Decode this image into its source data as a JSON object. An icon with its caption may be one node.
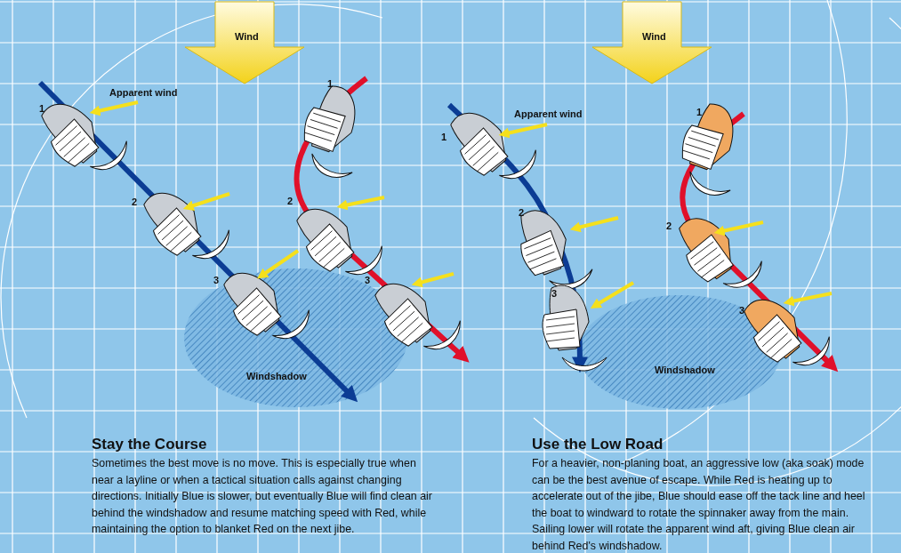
{
  "diagram": {
    "nodes": [
      {
        "text": [
          "Wind"
        ]
      },
      {
        "text": [
          "Wind"
        ]
      },
      {
        "text": [
          "Windshadow"
        ]
      },
      {
        "text": [
          "Windshadow"
        ]
      }
    ],
    "labels": [
      "1",
      "Apparent wind",
      "1",
      "Apparent wind",
      "1",
      "1",
      "2",
      "2",
      "2",
      "2",
      "3",
      "3",
      "3",
      "3",
      "Stay the Course",
      "Sometimes the best move is no move. This is especially true when near a layline or when a tactical situation calls against changing directions. Initially Blue is slower, but eventually Blue will find clean air behind the windshadow and resume matching speed with Red, while maintaining the option to blanket Red on the next jibe.",
      "Use the Low Road",
      "For a heavier, non-planing boat, an aggressive low (aka soak) mode can be the best avenue of escape. While Red is heating up to accelerate out of the jibe, Blue should ease off the tack line and heel the boat to windward to rotate the spinnaker away from the main. Sailing lower will rotate the apparent wind aft, giving Blue clean air behind Red's windshadow."
    ]
  }
}
